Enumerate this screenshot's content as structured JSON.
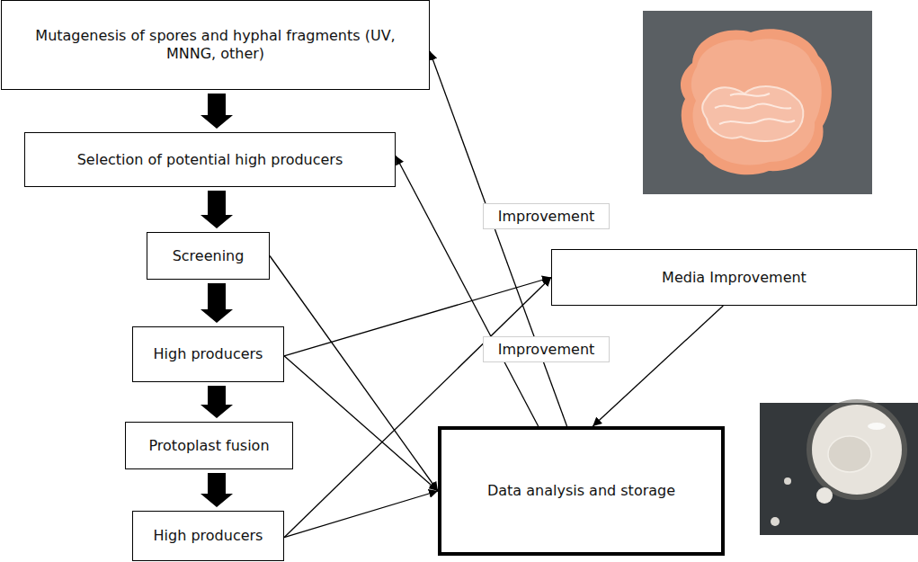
{
  "diagram": {
    "nodes": [
      {
        "text": [
          "Mutagenesis of spores and hyphal fragments (UV, MNNG, other)"
        ]
      },
      {
        "text": [
          "Selection of potential high producers"
        ]
      },
      {
        "text": [
          "Screening"
        ]
      },
      {
        "text": [
          "High producers"
        ]
      },
      {
        "text": [
          "Protoplast fusion"
        ]
      },
      {
        "text": [
          "High producers"
        ]
      },
      {
        "text": [
          "Media Improvement"
        ]
      },
      {
        "text": [
          "Data analysis and storage"
        ]
      }
    ],
    "edges": [
      {
        "from": 0,
        "to": 1,
        "arrow": "to"
      },
      {
        "from": 1,
        "to": 2,
        "arrow": "to"
      },
      {
        "from": 2,
        "to": 3,
        "arrow": "to"
      },
      {
        "from": 3,
        "to": 4,
        "arrow": "to"
      },
      {
        "from": 4,
        "to": 5,
        "arrow": "to"
      },
      {
        "from": 2,
        "to": 7,
        "arrow": "to"
      },
      {
        "from": 3,
        "to": 6,
        "arrow": "to"
      },
      {
        "from": 3,
        "to": 7,
        "arrow": "to"
      },
      {
        "from": 5,
        "to": 6,
        "arrow": "to"
      },
      {
        "from": 5,
        "to": 7,
        "arrow": "to"
      },
      {
        "from": 6,
        "to": 7,
        "arrow": "to"
      },
      {
        "from": 7,
        "to": 0,
        "label": "Improvement",
        "arrow": "to"
      },
      {
        "from": 7,
        "to": 1,
        "label": "Improvement",
        "arrow": "to"
      }
    ]
  }
}
